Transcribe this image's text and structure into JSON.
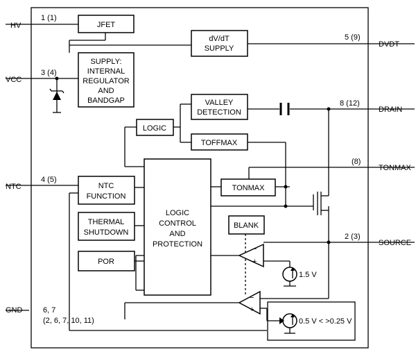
{
  "signals": {
    "hv": "HV",
    "vcc": "VCC",
    "ntc": "NTC",
    "gnd": "GND",
    "dvdt": "DVDT",
    "drain": "DRAIN",
    "tonmax": "TONMAX",
    "source": "SOURCE"
  },
  "pins": {
    "hv": "1 (1)",
    "vcc": "3 (4)",
    "ntc": "4 (5)",
    "gnd_line1": "6, 7",
    "gnd_line2": "(2, 6, 7, 10, 11)",
    "dvdt": "5 (9)",
    "drain": "8 (12)",
    "tonmax": "(8)",
    "source": "2 (3)"
  },
  "blocks": {
    "jfet": [
      "JFET"
    ],
    "supply": [
      "SUPPLY:",
      "INTERNAL",
      "REGULATOR",
      "AND",
      "BANDGAP"
    ],
    "dvdt_supply": [
      "dV/dT",
      "SUPPLY"
    ],
    "valley": [
      "VALLEY",
      "DETECTION"
    ],
    "logic": [
      "LOGIC"
    ],
    "toffmax": [
      "TOFFMAX"
    ],
    "logic_control": [
      "LOGIC",
      "CONTROL",
      "AND",
      "PROTECTION"
    ],
    "ntc_function": [
      "NTC",
      "FUNCTION"
    ],
    "thermal": [
      "THERMAL",
      "SHUTDOWN"
    ],
    "por": [
      "POR"
    ],
    "tonmax_block": [
      "TONMAX"
    ],
    "blank": [
      "BLANK"
    ]
  },
  "references": {
    "vref1": "1.5 V",
    "vref2": "0.5 V < >0.25 V"
  },
  "comparator_signs": {
    "minus": "−",
    "plus": "+"
  }
}
